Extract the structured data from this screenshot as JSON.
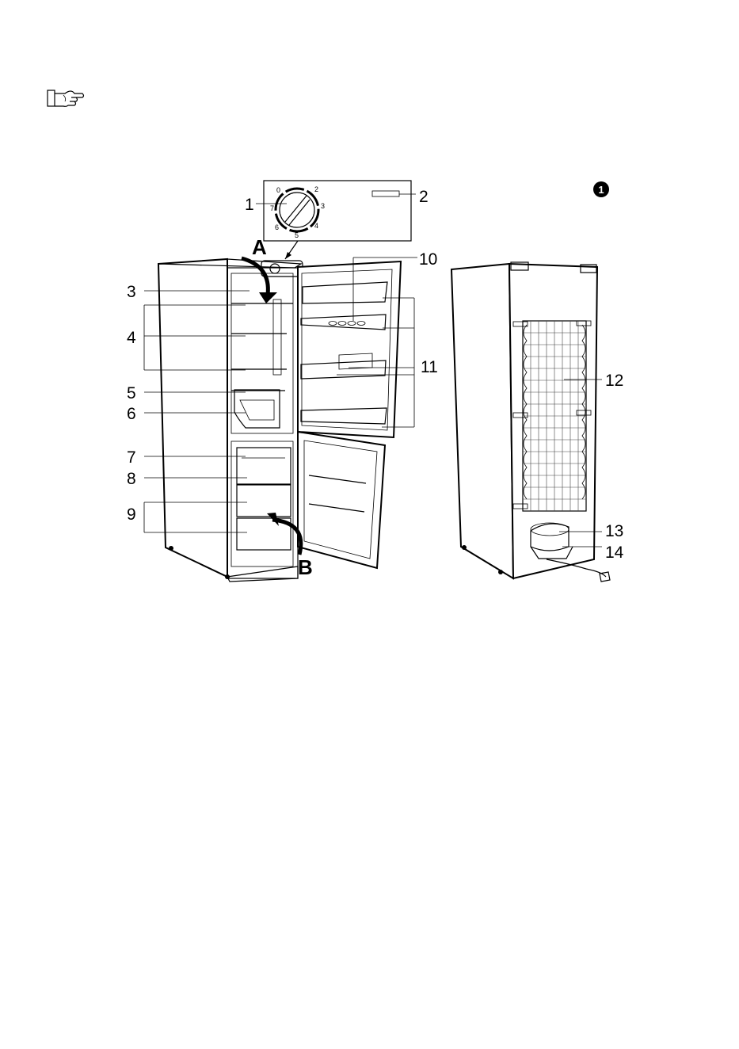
{
  "figure_number": "1",
  "dial_scale": [
    "0",
    "2",
    "3",
    "4",
    "5",
    "6",
    "7"
  ],
  "callouts": {
    "c1": "1",
    "c2": "2",
    "c3": "3",
    "c4": "4",
    "c5": "5",
    "c6": "6",
    "c7": "7",
    "c8": "8",
    "c9": "9",
    "c10": "10",
    "c11": "11",
    "c12": "12",
    "c13": "13",
    "c14": "14"
  },
  "arrows": {
    "a": "A",
    "b": "B"
  },
  "icons": {
    "note": "pointing-hand-icon"
  }
}
